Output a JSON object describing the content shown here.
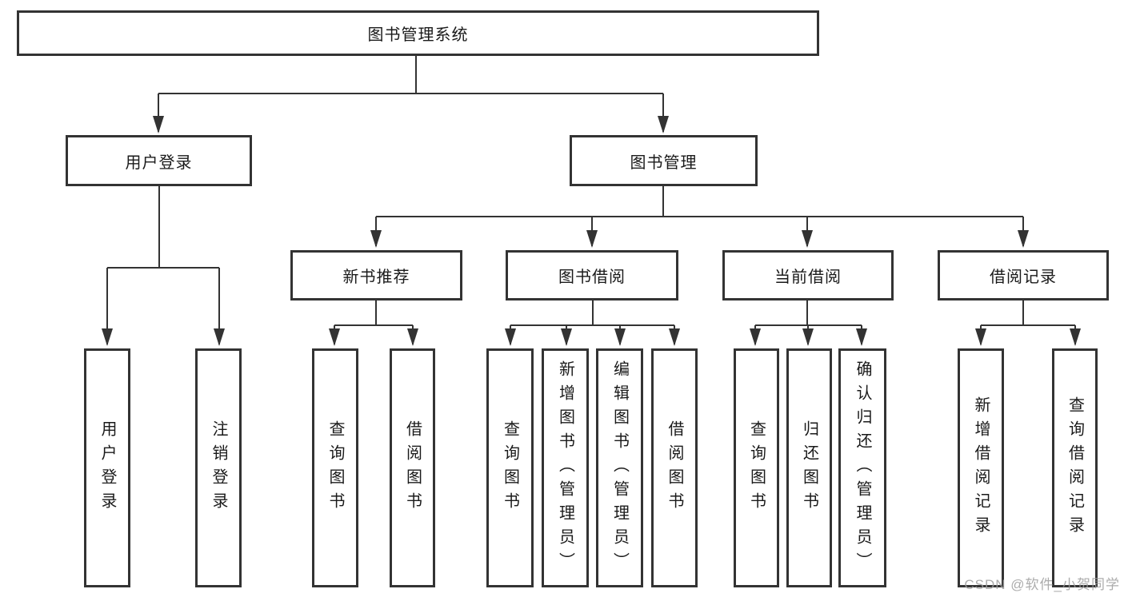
{
  "nodes": {
    "root": "图书管理系统",
    "user_login": "用户登录",
    "book_mgmt": "图书管理",
    "new_book_rec": "新书推荐",
    "book_borrow": "图书借阅",
    "current_borrow": "当前借阅",
    "borrow_record": "借阅记录",
    "leaf_login": "用户登录",
    "leaf_logout": "注销登录",
    "leaf_rec_query": "查询图书",
    "leaf_rec_borrow": "借阅图书",
    "leaf_bb_query": "查询图书",
    "leaf_bb_add": "新增图书（管理员）",
    "leaf_bb_edit": "编辑图书（管理员）",
    "leaf_bb_borrow": "借阅图书",
    "leaf_cb_query": "查询图书",
    "leaf_cb_return": "归还图书",
    "leaf_cb_confirm": "确认归还（管理员）",
    "leaf_br_add": "新增借阅记录",
    "leaf_br_query": "查询借阅记录"
  },
  "hierarchy": {
    "图书管理系统": {
      "用户登录": [
        "用户登录",
        "注销登录"
      ],
      "图书管理": {
        "新书推荐": [
          "查询图书",
          "借阅图书"
        ],
        "图书借阅": [
          "查询图书",
          "新增图书（管理员）",
          "编辑图书（管理员）",
          "借阅图书"
        ],
        "当前借阅": [
          "查询图书",
          "归还图书",
          "确认归还（管理员）"
        ],
        "借阅记录": [
          "新增借阅记录",
          "查询借阅记录"
        ]
      }
    }
  },
  "watermark": "CSDN @软件_小贺同学",
  "colors": {
    "line": "#333333",
    "text": "#1a1a1a",
    "watermark": "#9e9e9e",
    "background": "#ffffff"
  }
}
